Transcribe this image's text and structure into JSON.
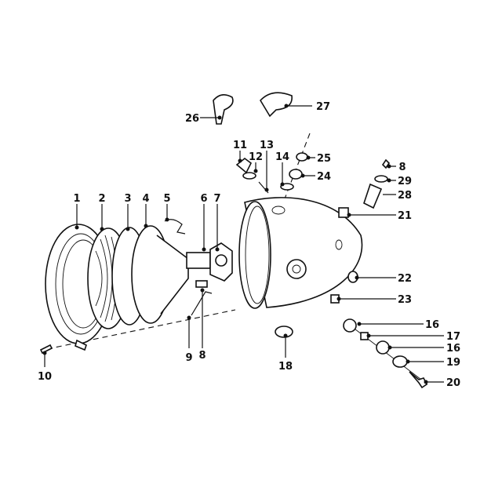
{
  "callouts": {
    "c1": "1",
    "c2": "2",
    "c3": "3",
    "c4": "4",
    "c5": "5",
    "c6": "6",
    "c7": "7",
    "c8a": "8",
    "c8b": "8",
    "c9": "9",
    "c10": "10",
    "c11": "11",
    "c12": "12",
    "c13": "13",
    "c14": "14",
    "c16a": "16",
    "c16b": "16",
    "c17": "17",
    "c18": "18",
    "c19": "19",
    "c20": "20",
    "c21": "21",
    "c22": "22",
    "c23": "23",
    "c24": "24",
    "c25": "25",
    "c26": "26",
    "c27": "27",
    "c28": "28",
    "c29": "29"
  }
}
